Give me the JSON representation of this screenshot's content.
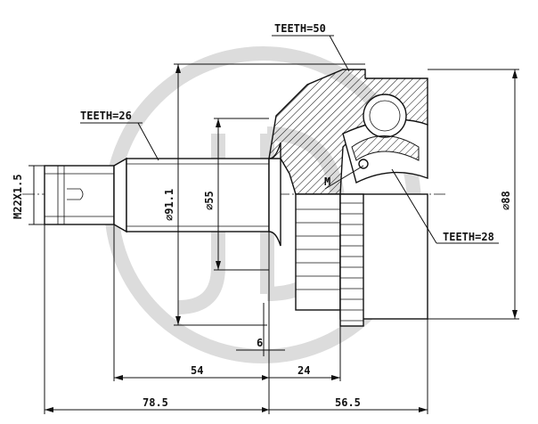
{
  "callouts": {
    "teeth_housing": "TEETH=50",
    "teeth_shaft": "TEETH=26",
    "teeth_inner": "TEETH=28",
    "marker": "M"
  },
  "dimensions": {
    "thread": "M22X1.5",
    "shaft_dia": "⌀91.1",
    "seal_dia": "⌀55",
    "outer_dia": "⌀88",
    "gap": "6",
    "shaft_len": "54",
    "ring_len": "24",
    "left_total": "78.5",
    "right_total": "56.5"
  },
  "watermark": {
    "color": "#dcdcdc"
  }
}
